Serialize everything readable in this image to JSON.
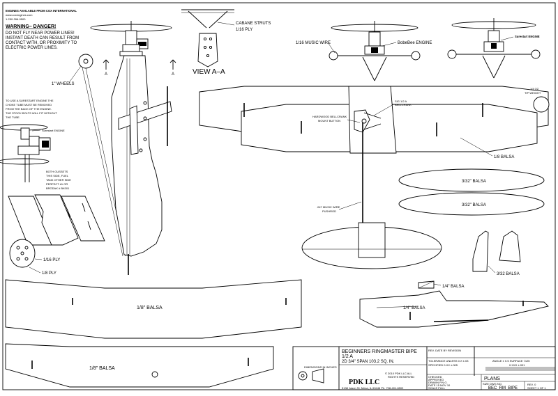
{
  "header": {
    "engines_available": "ENGINES AVAILABLE FROM COX INTERNATIONAL",
    "website": "www.coxengines.com",
    "phone": "1-250-396-0500"
  },
  "warning": {
    "title": "WARNING– DANGER!",
    "lines": [
      "DO NOT FLY NEAR POWER LINES!",
      "INSTANT DEATH CAN RESULT FROM",
      "CONTACT WITH, OR PROXIMITY TO",
      "ELECTRIC POWER LINES."
    ]
  },
  "notes": {
    "surestart": [
      "TO USE A SURESTART ENGINE THE",
      "CHOKE TUBE MUST BE REMOVED",
      "FROM THE BACK OF THE ENGINE.",
      "THE STOCK BOLTS WILL FIT WITHOUT",
      "THE TUBE."
    ],
    "gussets": [
      "BOTH GUSSETS",
      "THIS SIDE, FUEL",
      "TANK OTHER SIDE",
      "PERFECT #1 OR",
      "BRODAK # BK001"
    ]
  },
  "labels": {
    "wheels": "1\" WHEELS",
    "section_mark": "A",
    "surestart_engine": "Surestart ENGINE",
    "ply_1_16": "1/16 PLY",
    "ply_1_8": "1/8 PLY",
    "cabane_struts": [
      "CABANE STRUTS",
      "1/16 PLY"
    ],
    "view_aa": "VIEW A–A",
    "music_wire": "1/16 MUSIC WIRE",
    "bobebee_engine": "BobeBee ENGINE",
    "surestart_engine_right": "Surestart ENGINE",
    "tip_weight": [
      "1/4 OZ.",
      "TIP WEIGHT"
    ],
    "bellcrank": [
      "SIG 1/2 A",
      "BELLCRANK"
    ],
    "bellcrank_mount": [
      "HARDWOOD BELLCRANK",
      "MOUNT BUTTON"
    ],
    "balsa_1_8_wing": "1/8 BALSA",
    "balsa_3_32_a": "3/32\" BALSA",
    "balsa_3_32_b": "3/32\" BALSA",
    "pushrod": [
      ".047 MUSIC WIRE",
      "PUSHROD"
    ],
    "balsa_3_32_fin": "3/32 BALSA",
    "balsa_1_4_small": "1/4\" BALSA",
    "balsa_1_4_fuse": "1/4\" BALSA",
    "balsa_1_8_upper": "1/8\" BALSA",
    "balsa_1_8_lower": "1/8\" BALSA"
  },
  "title_block": {
    "plan_title": "BEGINNERS RINGMASTER BIPE",
    "size": "1/2 A",
    "span": "2D 3/4\" SPAN   103.2 SQ. IN.",
    "company": "PDK LLC",
    "dimensions_note": "DIMENSIONS IN INCHES",
    "copyright": [
      "© 2010 PDK LLC ALL",
      "RIGHTS RESERVED"
    ],
    "address": "5138 Jason St. Mesa, IL 60446   Ph. 708-401-6502",
    "plans": "PLANS",
    "drawing_no": "BEC_RM_BIPE",
    "rev": "REV. 0",
    "sheet": "SHEET 1 OF 1",
    "rev_header": "REV.    DATE   BY   REVISION",
    "tolerance_rows": [
      "TOLERANCE UNLESS  0.X  ±.03",
      "SPECIFIED            0.XX ±.005"
    ],
    "angle_rows": [
      "ANGLE ± 0.5  SURFACE  √125",
      "0.XXX ±.001"
    ],
    "signoff_rows": [
      "CHECKED",
      "APPROVED",
      "DRAWN  P.N.G.",
      "DATE  15 NOV 10",
      "SCALE  FULL"
    ],
    "size_label": "SIZE   DWG NO."
  }
}
